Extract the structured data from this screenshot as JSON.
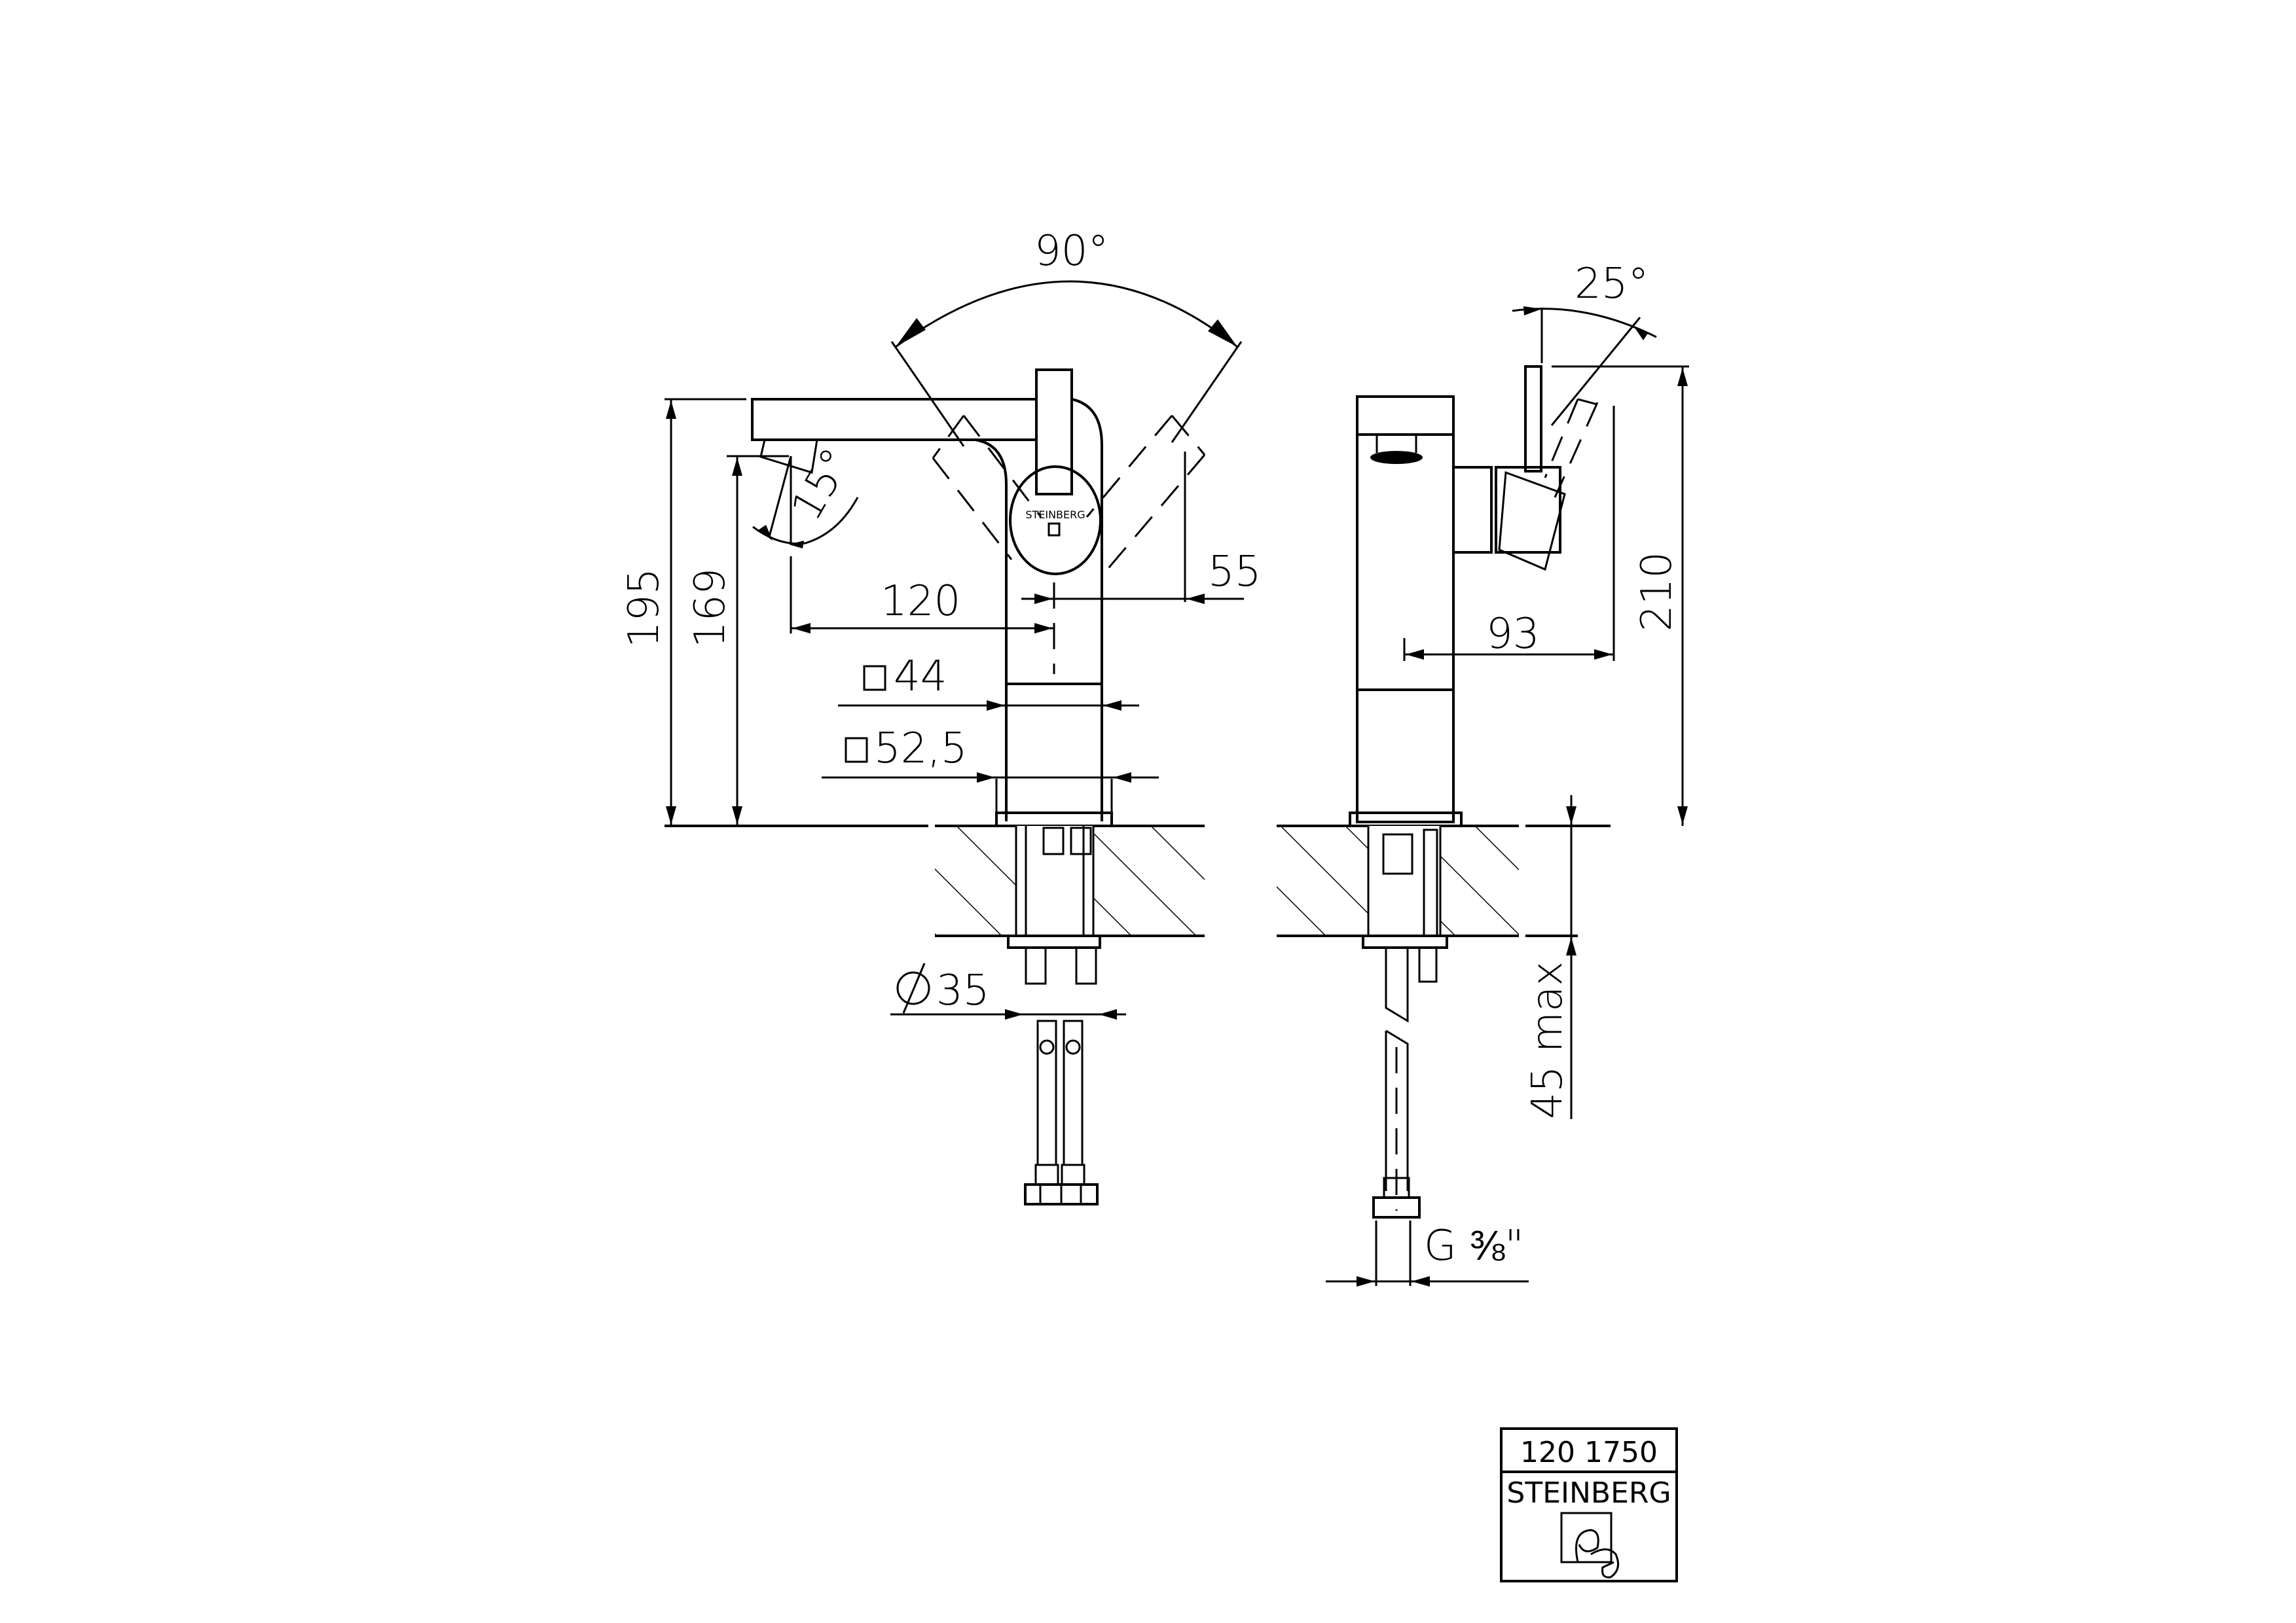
{
  "drawing": {
    "type": "technical-dimension-drawing",
    "subject": "single-lever basin mixer",
    "views": [
      "front view",
      "side view"
    ]
  },
  "front_view": {
    "brand_on_lever": "STEINBERG",
    "angles": {
      "lever_swing": "90°",
      "spout_tilt": "15°"
    },
    "dimensions": {
      "overall_height": "195",
      "spout_height": "169",
      "spout_reach": "120",
      "lever_reach": "55",
      "body_square": "44",
      "base_square": "52,5",
      "hole_diameter": "35"
    }
  },
  "side_view": {
    "angles": {
      "lever_tilt": "25°"
    },
    "dimensions": {
      "overall_height": "210",
      "lever_depth": "93",
      "counter_thickness": "45 max",
      "connection": "G ⅜\""
    }
  },
  "title_block": {
    "article_number": "120 1750",
    "brand": "STEINBERG"
  }
}
